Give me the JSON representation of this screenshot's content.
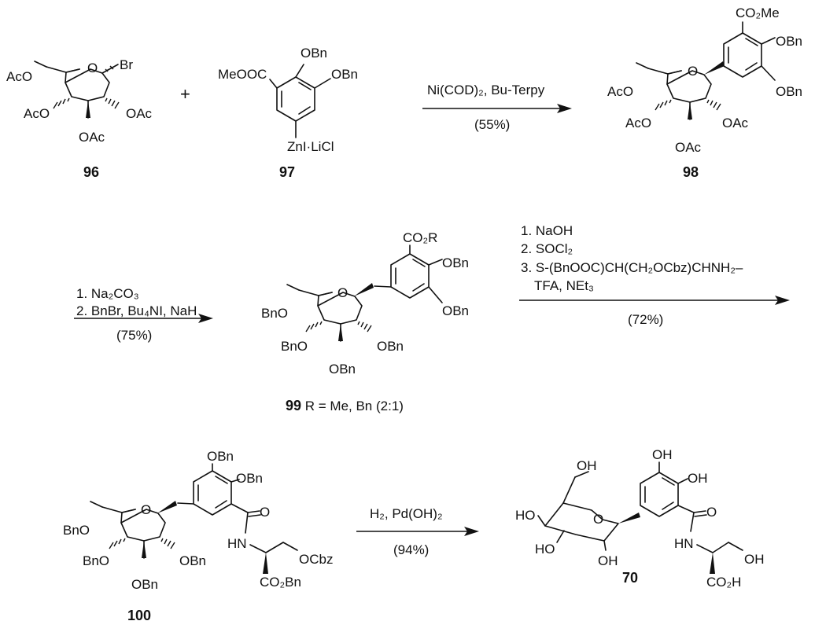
{
  "compounds": {
    "c96": {
      "label": "96",
      "br": "Br",
      "o": "O",
      "aco1": "AcO",
      "aco2": "AcO",
      "oac1": "OAc",
      "oac2": "OAc"
    },
    "c97": {
      "label": "97",
      "ester": "MeOOC",
      "obn1": "OBn",
      "obn2": "OBn",
      "zn": "ZnI·LiCl"
    },
    "c98": {
      "label": "98",
      "ester": "CO₂Me",
      "obn1": "OBn",
      "obn2": "OBn",
      "o": "O",
      "aco1": "AcO",
      "aco2": "AcO",
      "oac1": "OAc",
      "oac2": "OAc"
    },
    "c99": {
      "label": "99",
      "caption": " R = Me, Bn (2:1)",
      "ester": "CO₂R",
      "obn_ar1": "OBn",
      "obn_ar2": "OBn",
      "o": "O",
      "bno1": "BnO",
      "bno2": "BnO",
      "obn_s1": "OBn",
      "obn_s2": "OBn"
    },
    "c100": {
      "label": "100",
      "obn_ar1": "OBn",
      "obn_ar2": "OBn",
      "o": "O",
      "bno1": "BnO",
      "bno2": "BnO",
      "obn_s1": "OBn",
      "obn_s2": "OBn",
      "amide_o": "O",
      "hn": "HN",
      "ocbz": "OCbz",
      "co2bn": "CO₂Bn"
    },
    "c70": {
      "label": "70",
      "oh_ar1": "OH",
      "oh_ar2": "OH",
      "oh_c6": "OH",
      "ho1": "HO",
      "ho2": "HO",
      "oh_s": "OH",
      "o_ring": "O",
      "amide_o": "O",
      "hn": "HN",
      "oh_ser": "OH",
      "co2h": "CO₂H"
    }
  },
  "plus": "+",
  "reactions": {
    "r1": {
      "reagents": "Ni(COD)₂, Bu-Terpy",
      "yield": "(55%)"
    },
    "r2": {
      "line1": "1. Na₂CO₃",
      "line2": "2. BnBr, Bu₄NI, NaH",
      "yield": "(75%)"
    },
    "r3": {
      "line1": "1. NaOH",
      "line2": "2. SOCl₂",
      "line3": "3. S-(BnOOC)CH(CH₂OCbz)CHNH₂–",
      "line4": "TFA, NEt₃",
      "yield": "(72%)"
    },
    "r4": {
      "reagents": "H₂, Pd(OH)₂",
      "yield": "(94%)"
    }
  }
}
